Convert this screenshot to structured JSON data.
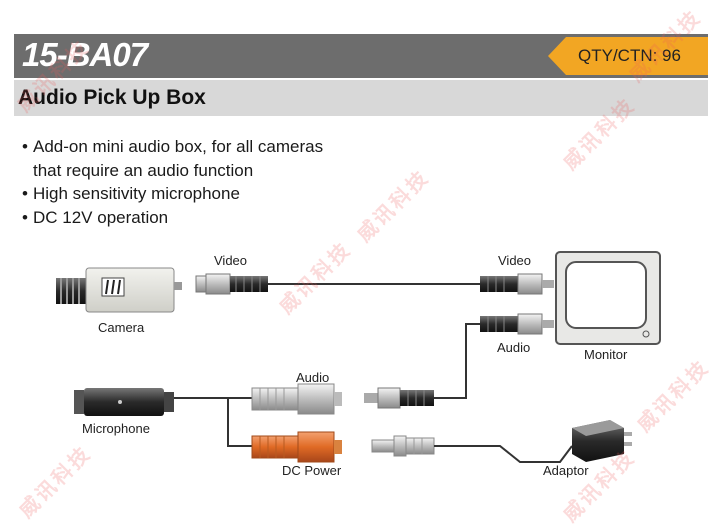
{
  "header": {
    "model": "15-BA07",
    "qty": "QTY/CTN: 96",
    "subtitle": "Audio Pick Up Box"
  },
  "features": [
    "Add-on mini audio box, for all cameras",
    "that require an audio function",
    "High sensitivity microphone",
    "DC 12V operation"
  ],
  "diagram": {
    "camera": "Camera",
    "video_left": "Video",
    "video_right": "Video",
    "audio_monitor": "Audio",
    "monitor": "Monitor",
    "audio_box": "Audio",
    "microphone": "Microphone",
    "dc_power": "DC Power",
    "adaptor": "Adaptor"
  },
  "watermark": "威讯科技",
  "colors": {
    "header_bg": "#6d6d6d",
    "qty_bg": "#f2a623",
    "subtitle_bg": "#d8d8d8",
    "dc_power": "#e06a25"
  }
}
